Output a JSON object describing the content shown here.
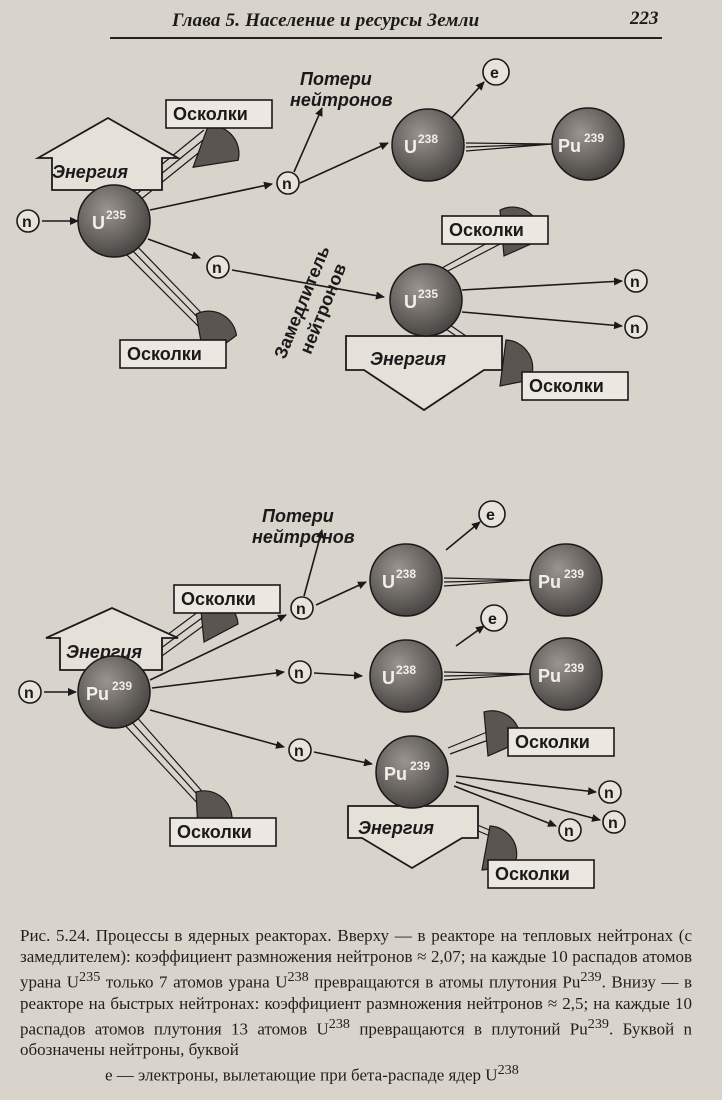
{
  "header": {
    "title": "Глава 5. Население и ресурсы Земли",
    "page_number": "223"
  },
  "labels": {
    "fragments": "Осколки",
    "energy": "Энергия",
    "neutron": "n",
    "electron": "e",
    "losses_line1": "Потери",
    "losses_line2": "нейтронов",
    "moderator_line1": "Замедлитель",
    "moderator_line2": "нейтронов",
    "u": "U",
    "pu": "Pu",
    "m235": "235",
    "m238": "238",
    "m239": "239"
  },
  "caption": {
    "line1": "Рис. 5.24. Процессы в ядерных реакторах. Вверху — в реакторе на тепловых нейтронах (с замедлителем): коэффициент размножения нейтронов ≈ 2,07; на каждые 10 распадов атомов урана U",
    "sup1": "235",
    "line2": " только 7 атомов урана U",
    "sup2": "238",
    "line3": " превращаются в атомы плутония Pu",
    "sup3": "239",
    "line4": ". Внизу — в реакторе на быстрых нейтронах: коэффициент размножения нейтронов ≈ 2,5; на каждые 10 распадов атомов плутония 13 атомов U",
    "sup4": "238",
    "line5": " превращаются в плутоний Pu",
    "sup5": "239",
    "line6": ". Буквой n обозначены нейтроны, буквой",
    "line7": "e — электроны, вылетающие при бета-распаде ядер U",
    "sup7": "238"
  }
}
